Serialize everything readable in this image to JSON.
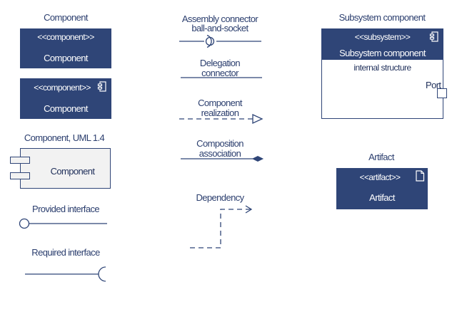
{
  "component1": {
    "caption": "Component",
    "stereotype": "<<component>>",
    "name": "Component"
  },
  "component2": {
    "stereotype": "<<component>>",
    "name": "Component",
    "icon": "component-icon"
  },
  "component14": {
    "caption": "Component, UML 1.4",
    "name": "Component"
  },
  "provided_interface": {
    "caption": "Provided interface"
  },
  "required_interface": {
    "caption": "Required interface"
  },
  "assembly": {
    "caption_line1": "Assembly connector",
    "caption_line2": "ball-and-socket"
  },
  "delegation": {
    "caption_line1": "Delegation",
    "caption_line2": "connector"
  },
  "realization": {
    "caption_line1": "Component",
    "caption_line2": "realization"
  },
  "composition": {
    "caption_line1": "Composition",
    "caption_line2": "association"
  },
  "dependency": {
    "caption": "Dependency"
  },
  "subsystem": {
    "caption": "Subsystem component",
    "stereotype": "<<subsystem>>",
    "name": "Subsystem component",
    "structure": "internal structure",
    "port": "Port",
    "icon": "component-icon"
  },
  "artifact": {
    "caption": "Artifact",
    "stereotype": "<<artifact>>",
    "name": "Artifact",
    "icon": "document-icon"
  },
  "colors": {
    "navy": "#2f4577",
    "line": "#2f4577",
    "text": "#2b3e6e"
  }
}
